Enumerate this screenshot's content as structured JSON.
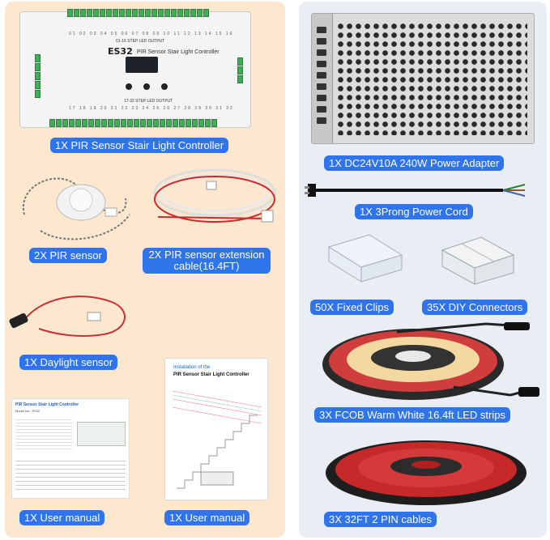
{
  "left_items": {
    "controller_label": "1X PIR Sensor Stair Light Controller",
    "pir_label": "2X PIR sensor",
    "ext_cable_label": "2X PIR sensor extension cable(16.4FT)",
    "daylight_label": "1X Daylight sensor",
    "manual1_label": "1X User manual",
    "manual2_label": "1X User manual"
  },
  "right_items": {
    "adapter_label": "1X DC24V10A 240W Power Adapter",
    "cord_label": "1X 3Prong Power Cord",
    "clips_label": "50X Fixed Clips",
    "connectors_label": "35X DIY Connectors",
    "strips_label": "3X FCOB Warm White 16.4ft LED strips",
    "cables_label": "3X 32FT 2 PIN cables"
  },
  "controller": {
    "model": "ES32",
    "title": "PIR Sensor Stair Light Controller",
    "top_output": "01-16 STEP LED OUTPUT",
    "bottom_output": "17-32 STEP LED OUTPUT"
  },
  "manual2": {
    "heading_line1": "Installation of the",
    "heading_line2": "PIR Sensor Stair Light Controller"
  },
  "manual1": {
    "heading_line1": "PIR Sensor Stair Light Controller",
    "heading_line2": "Model No.: ES32"
  },
  "colors": {
    "left_panel": "#fde7cf",
    "right_panel": "#e9eef5",
    "label_bg": "#2f74ea",
    "terminal_green": "#3fae54"
  }
}
